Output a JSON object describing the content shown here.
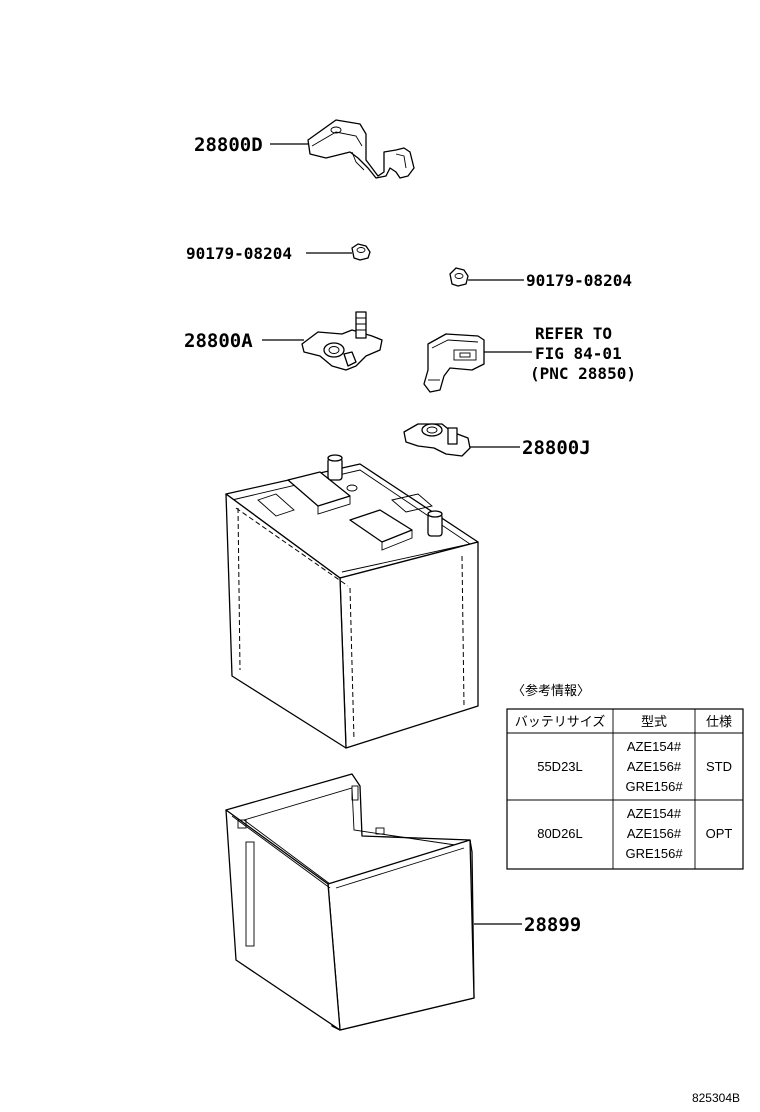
{
  "callouts": {
    "hold_down_clamp": "28800D",
    "nut_left": "90179-08204",
    "nut_right": "90179-08204",
    "terminal_positive": "28800A",
    "refer_line1": "REFER TO",
    "refer_line2": "FIG 84-01",
    "refer_line3": "(PNC 28850)",
    "terminal_negative": "28800J",
    "battery_tray": "28899"
  },
  "table": {
    "caption": "〈参考情報〉",
    "headers": [
      "バッテリサイズ",
      "型式",
      "仕様"
    ],
    "rows": [
      {
        "size": "55D23L",
        "models": [
          "AZE154#",
          "AZE156#",
          "GRE156#"
        ],
        "spec": "STD"
      },
      {
        "size": "80D26L",
        "models": [
          "AZE154#",
          "AZE156#",
          "GRE156#"
        ],
        "spec": "OPT"
      }
    ]
  },
  "figure_ref": "825304B"
}
